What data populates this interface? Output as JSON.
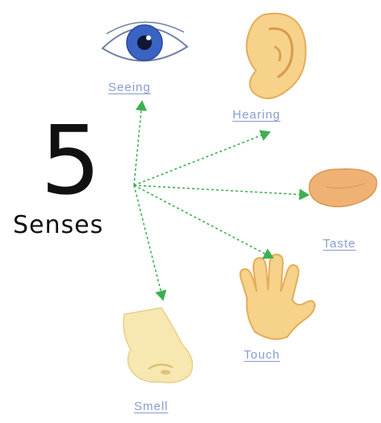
{
  "title": {
    "number": "5",
    "word": "Senses"
  },
  "senses": [
    {
      "key": "seeing",
      "label": "Seeing",
      "icon": "eye-icon"
    },
    {
      "key": "hearing",
      "label": "Hearing",
      "icon": "ear-icon"
    },
    {
      "key": "taste",
      "label": "Taste",
      "icon": "tongue-icon"
    },
    {
      "key": "touch",
      "label": "Touch",
      "icon": "hand-icon"
    },
    {
      "key": "smell",
      "label": "Smell",
      "icon": "nose-icon"
    }
  ],
  "colors": {
    "label": "#8a9ccf",
    "arrow": "#3fae4f",
    "skin": "#f6d28a",
    "skin_shade": "#e3ad5a",
    "tongue": "#f0b274",
    "iris": "#3b63c4",
    "nose": "#f7e7b0"
  }
}
